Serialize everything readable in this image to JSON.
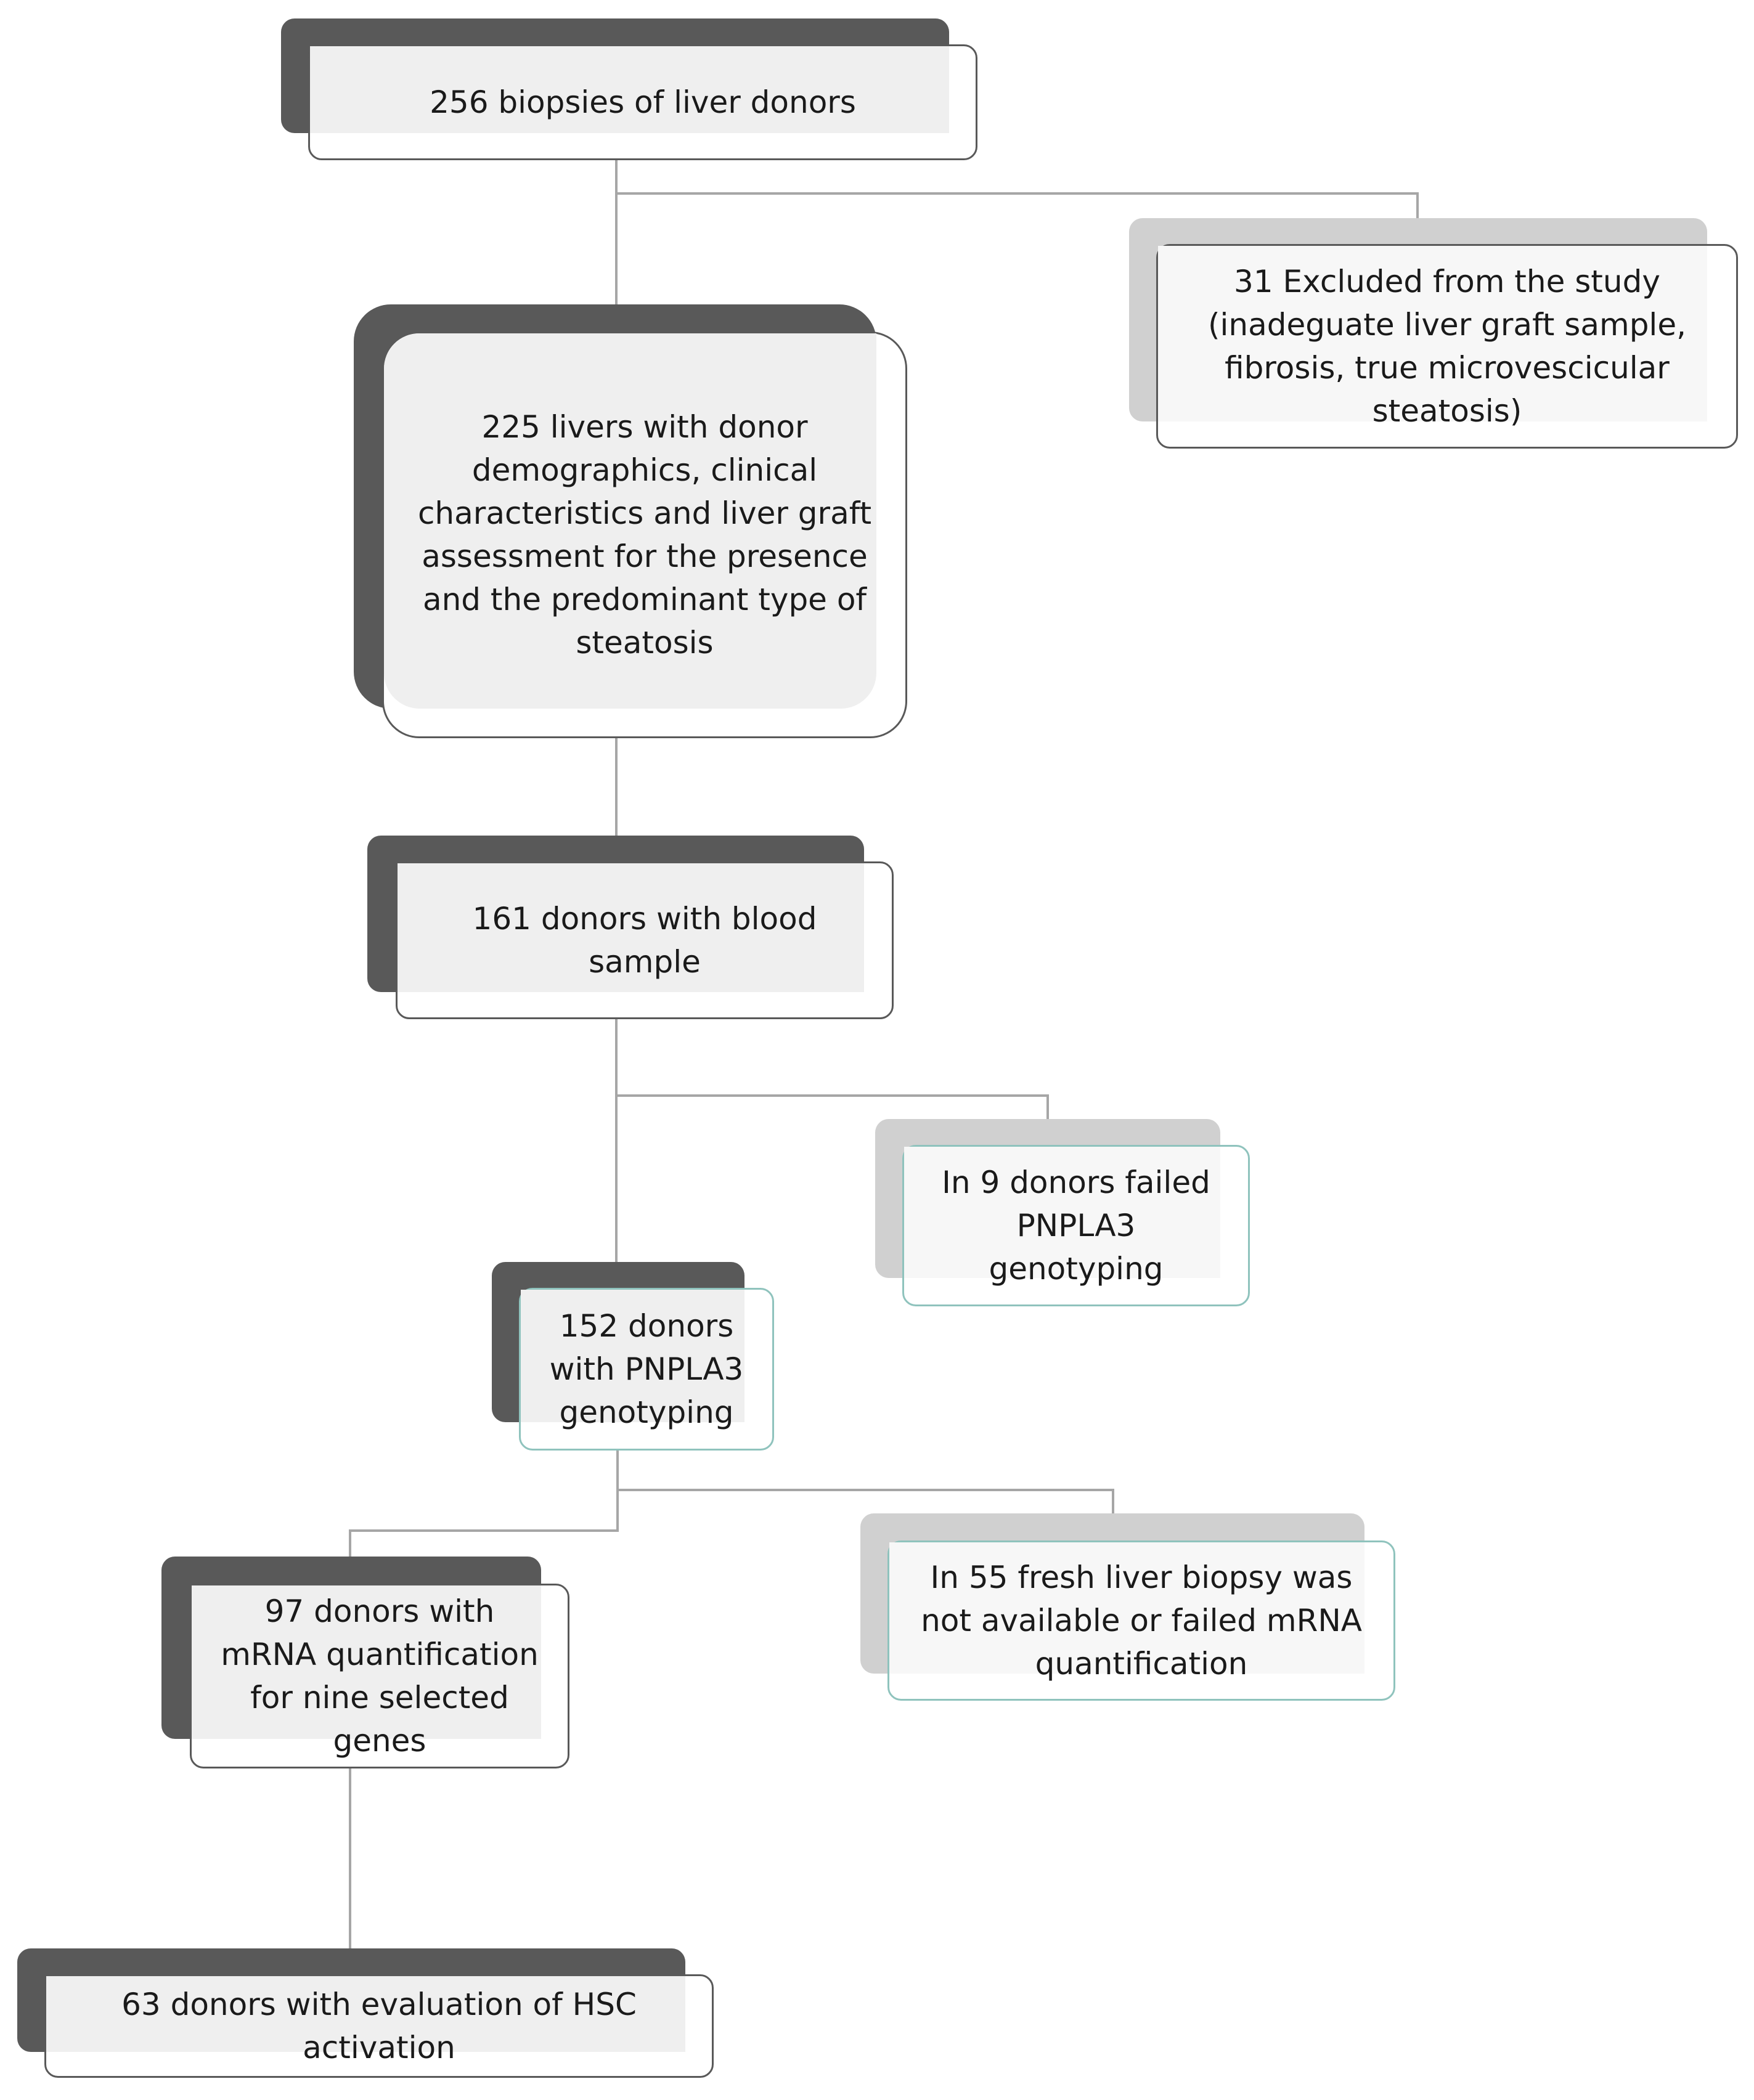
{
  "nodes": {
    "n256": {
      "label": "256 biopsies of liver donors"
    },
    "n31": {
      "label": "31 Excluded from the study\n(inadeguate liver graft sample,\nfibrosis, true microvescicular\nsteatosis)"
    },
    "n225": {
      "label": "225 livers with donor\ndemographics, clinical\ncharacteristics and liver graft\nassessment for the presence\nand the predominant type of\nsteatosis"
    },
    "n161": {
      "label": "161 donors with blood\nsample"
    },
    "n9": {
      "label": "In 9 donors failed\nPNPLA3\ngenotyping"
    },
    "n152": {
      "label": "152 donors\nwith PNPLA3\ngenotyping"
    },
    "n55": {
      "label": "In 55 fresh liver biopsy was\nnot available or  failed mRNA\nquantification"
    },
    "n97": {
      "label": "97 donors with\nmRNA quantification\nfor nine selected\ngenes"
    },
    "n63": {
      "label": "63 donors with evaluation of HSC\nactivation"
    }
  },
  "colors": {
    "connector": "#a6a6a6",
    "shadow_dark": "#595959",
    "shadow_light": "#d0d0d0",
    "card_fill": "#efefef",
    "card_border": "#595959",
    "card_border_teal": "#8fc3bd"
  }
}
